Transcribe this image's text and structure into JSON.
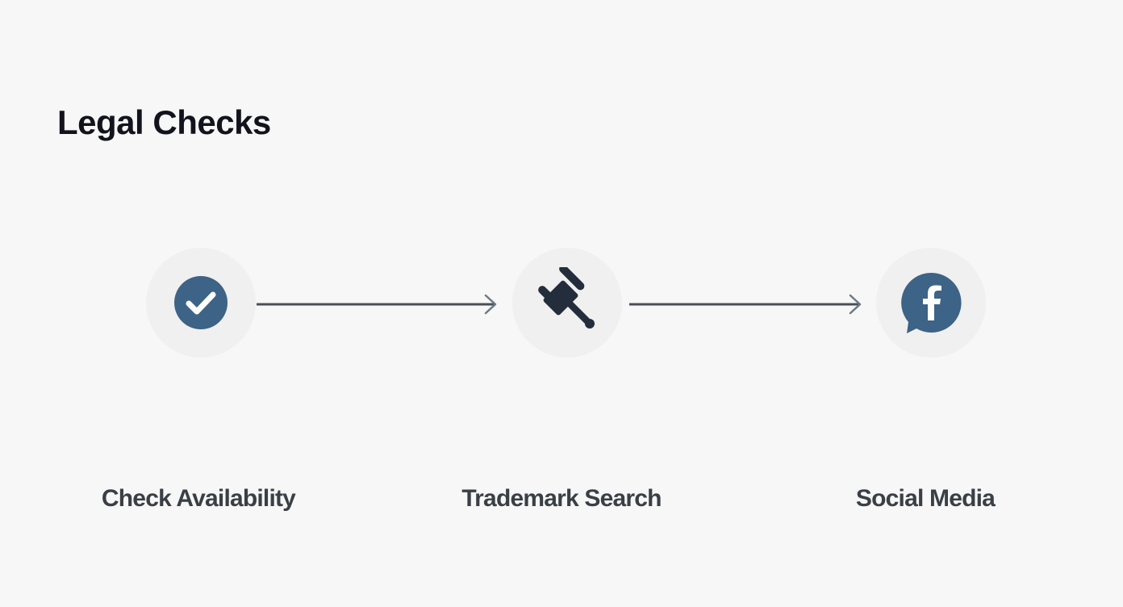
{
  "title": "Legal Checks",
  "colors": {
    "background": "#f7f7f7",
    "node_bg": "#f0f0f0",
    "accent_blue": "#3d6386",
    "gavel": "#242d3b",
    "arrow": "#4a4f55",
    "label_text": "#3a3f46",
    "title_text": "#12131c"
  },
  "steps": [
    {
      "label": "Check Availability",
      "icon": "check-circle-icon"
    },
    {
      "label": "Trademark Search",
      "icon": "gavel-icon"
    },
    {
      "label": "Social Media",
      "icon": "facebook-chat-icon"
    }
  ],
  "connectors": [
    {
      "from": 0,
      "to": 1,
      "icon": "arrow-right-icon"
    },
    {
      "from": 1,
      "to": 2,
      "icon": "arrow-right-icon"
    }
  ]
}
